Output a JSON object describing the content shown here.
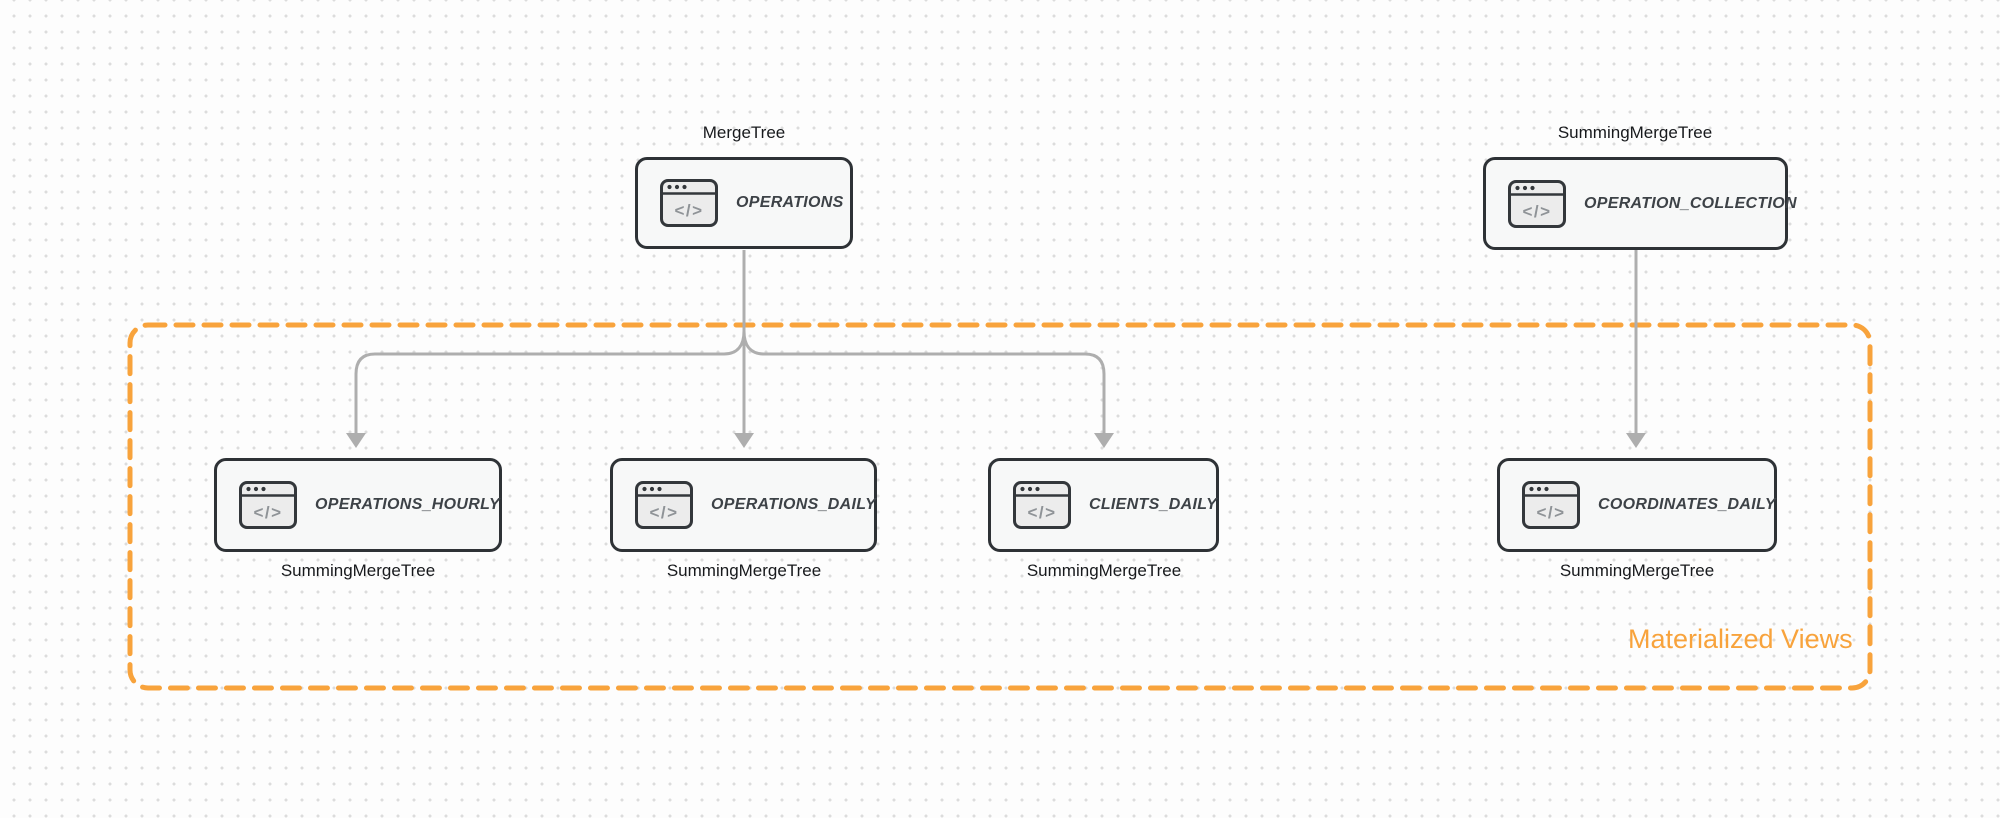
{
  "colors": {
    "accent_orange": "#F8A33C",
    "node_border": "#2e3236",
    "node_fill": "#f7f8f8",
    "node_title_text": "#3d4247",
    "engine_label_text": "#17191c",
    "arrow_gray": "#aeaeae",
    "background_dot": "#dcdcdc"
  },
  "icons": {
    "code_window_glyph": "</>"
  },
  "nodes": [
    {
      "id": "operations",
      "title": "OPERATIONS",
      "engine": "MergeTree",
      "engine_position": "above"
    },
    {
      "id": "operation-collection",
      "title": "OPERATION_COLLECTION",
      "engine": "SummingMergeTree",
      "engine_position": "above"
    },
    {
      "id": "operations-hourly",
      "title": "OPERATIONS_HOURLY",
      "engine": "SummingMergeTree",
      "engine_position": "below"
    },
    {
      "id": "operations-daily",
      "title": "OPERATIONS_DAILY",
      "engine": "SummingMergeTree",
      "engine_position": "below"
    },
    {
      "id": "clients-daily",
      "title": "CLIENTS_DAILY",
      "engine": "SummingMergeTree",
      "engine_position": "below"
    },
    {
      "id": "coordinates-daily",
      "title": "COORDINATES_DAILY",
      "engine": "SummingMergeTree",
      "engine_position": "below"
    }
  ],
  "edges": [
    {
      "from": "operations",
      "to": "operations-hourly"
    },
    {
      "from": "operations",
      "to": "operations-daily"
    },
    {
      "from": "operations",
      "to": "clients-daily"
    },
    {
      "from": "operation-collection",
      "to": "coordinates-daily"
    }
  ],
  "group": {
    "label": "Materialized Views"
  }
}
